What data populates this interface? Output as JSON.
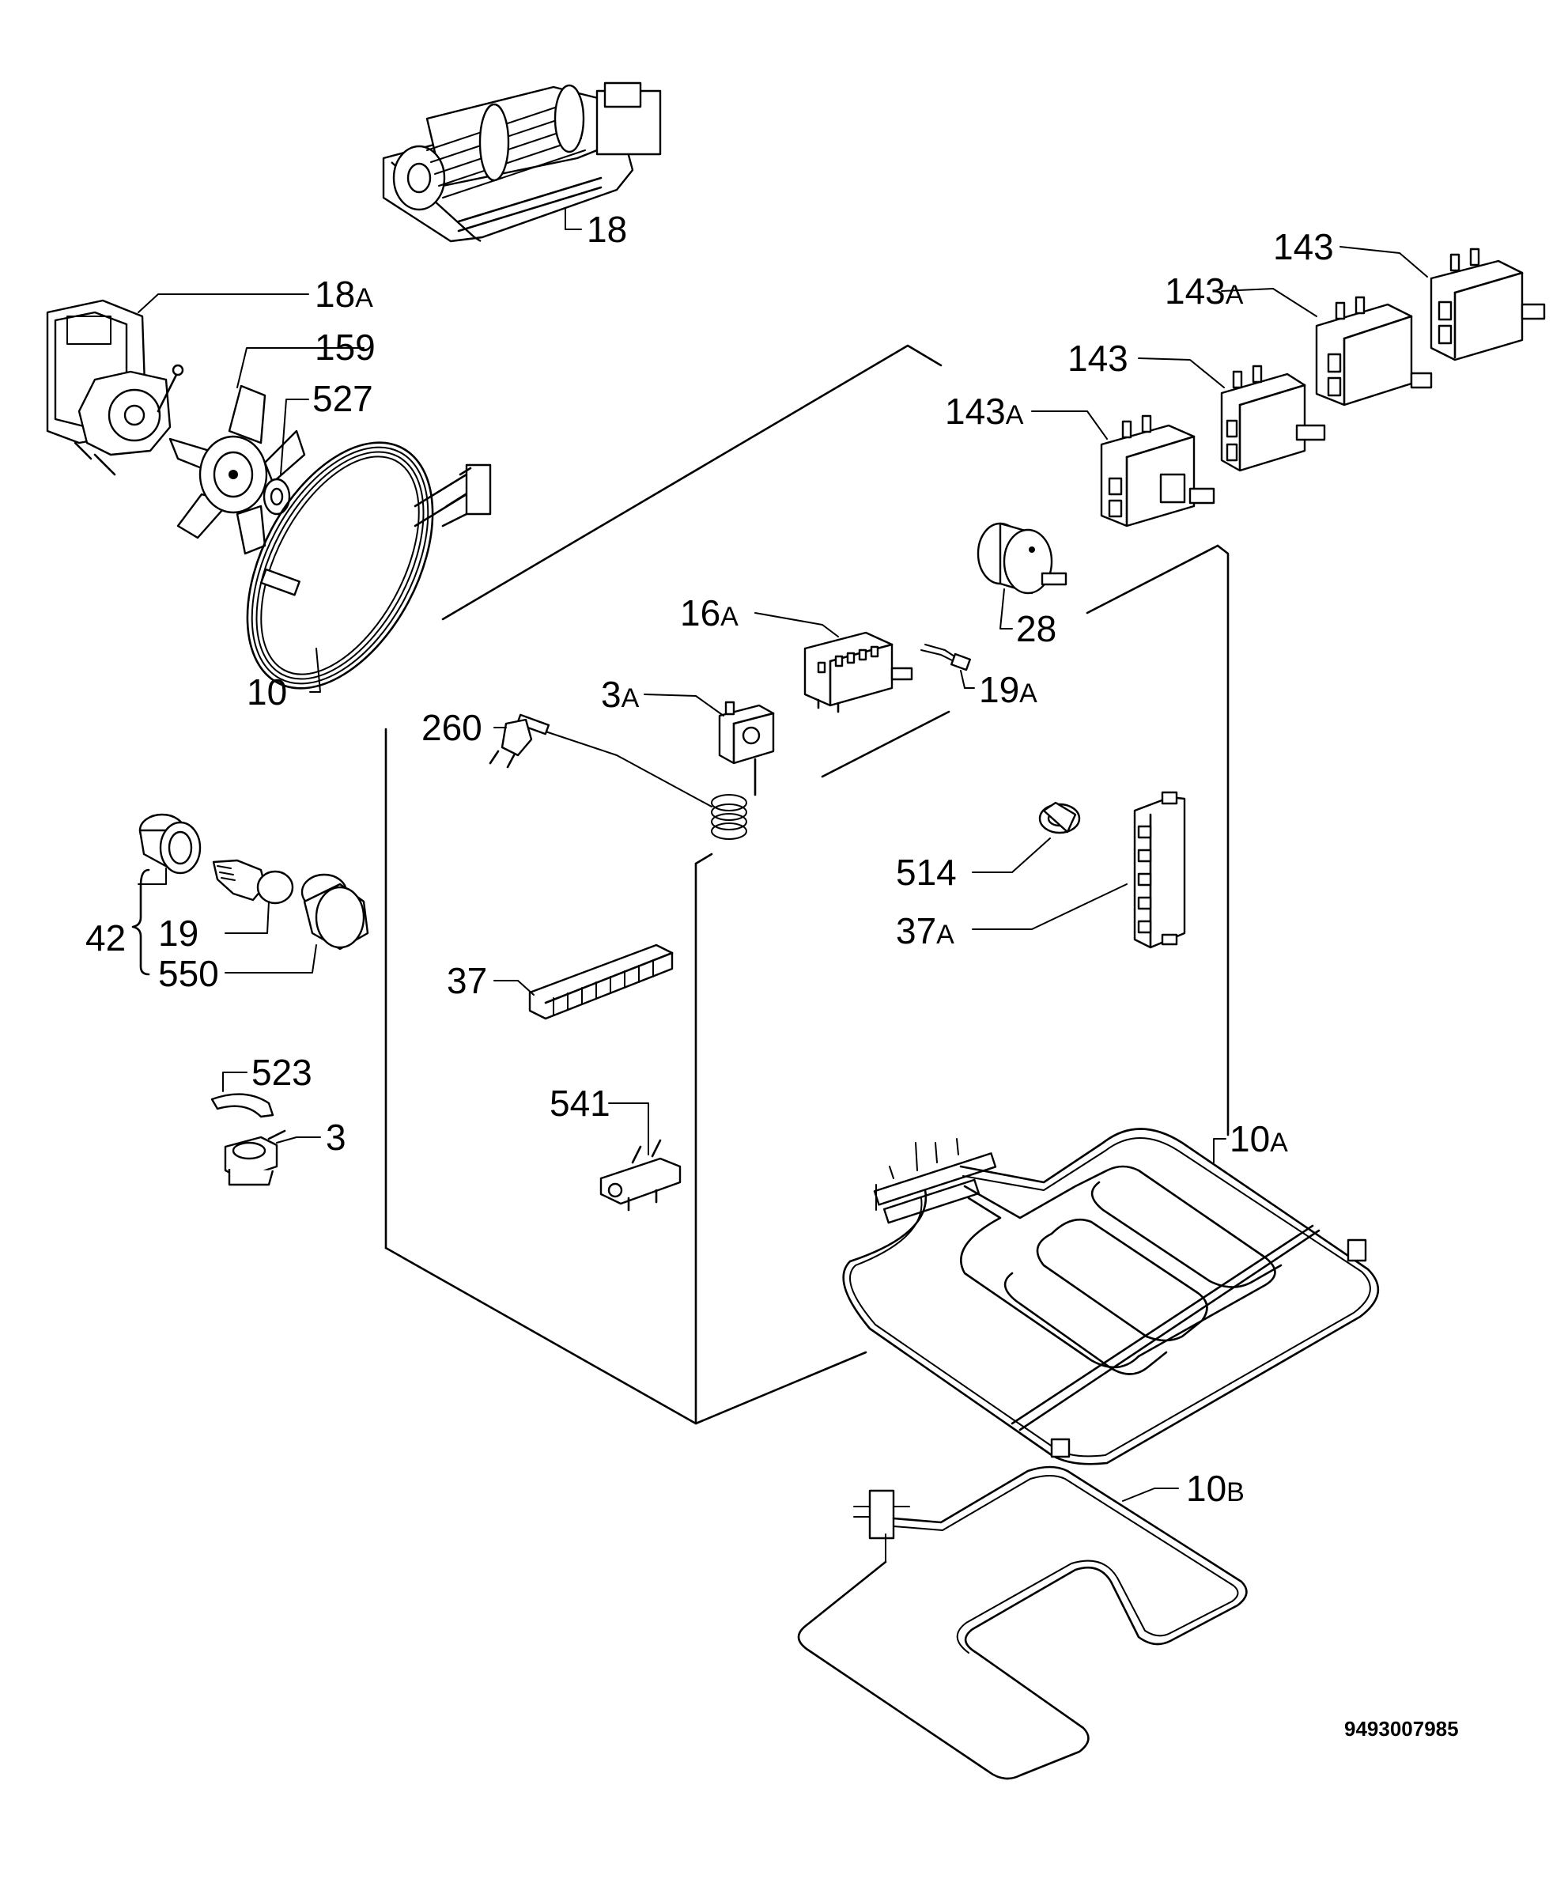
{
  "labels": {
    "p18": "18",
    "p18a": "18",
    "p159": "159",
    "p527": "527",
    "p10": "10",
    "p143_top": "143",
    "p143a_upper": "143",
    "p143_mid": "143",
    "p143a_lower": "143",
    "p16a": "16",
    "p28": "28",
    "p19a": "19",
    "p3a": "3",
    "p260": "260",
    "p514": "514",
    "p37a": "37",
    "p42": "42",
    "p19": "19",
    "p550": "550",
    "p37": "37",
    "p523": "523",
    "p3": "3",
    "p541": "541",
    "p10a": "10",
    "p10b": "10"
  },
  "suffixes": {
    "a": "A",
    "b": "B"
  },
  "drawing_code": "9493007985"
}
